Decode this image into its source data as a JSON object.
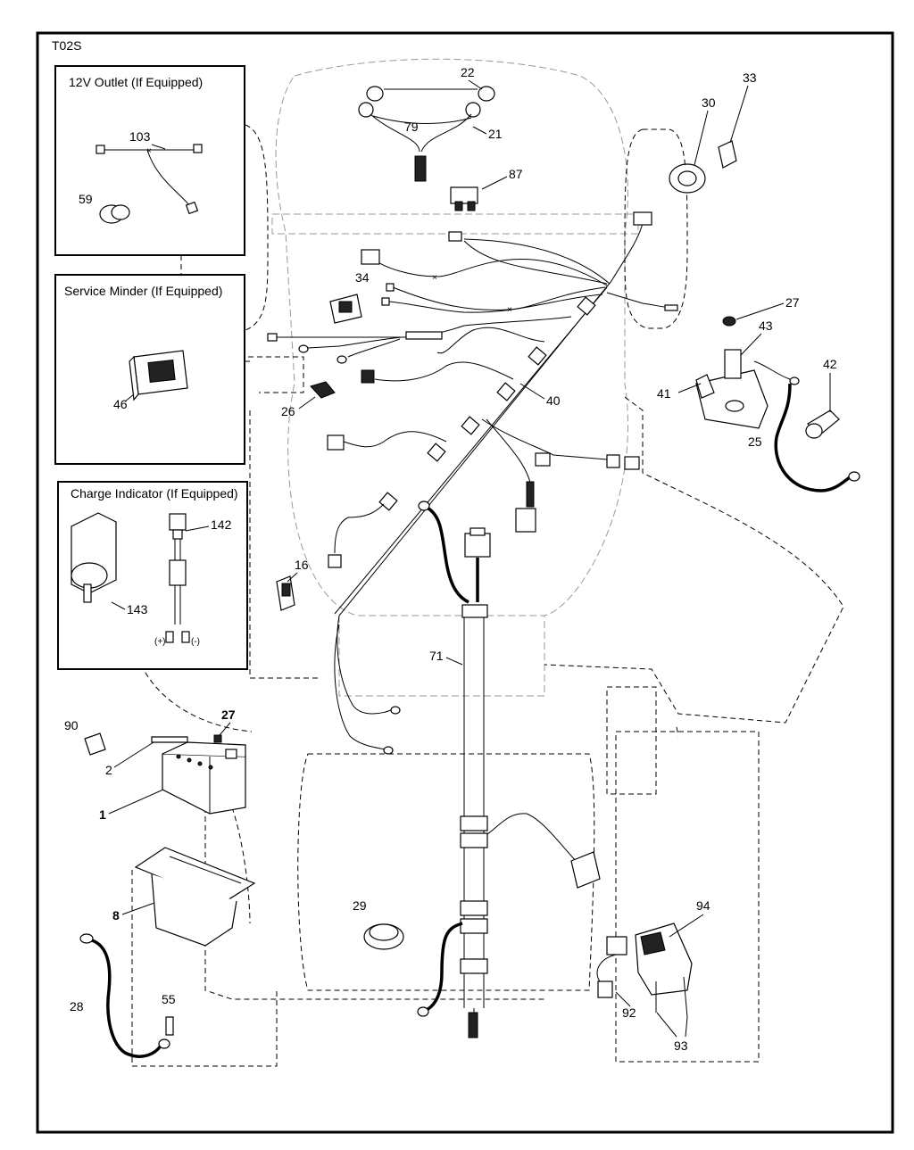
{
  "diagram_code": "T02S",
  "insets": {
    "outlet": {
      "title": "12V Outlet (If Equipped)"
    },
    "service_minder": {
      "title": "Service Minder (If Equipped)"
    },
    "charge_indicator": {
      "title": "Charge Indicator (If Equipped)",
      "plus": "(+)",
      "minus": "(-)"
    }
  },
  "callouts": {
    "c22": "22",
    "c79": "79",
    "c21": "21",
    "c87": "87",
    "c33": "33",
    "c30": "30",
    "c103": "103",
    "c59": "59",
    "c34": "34",
    "c27a": "27",
    "c43": "43",
    "c42": "42",
    "c41": "41",
    "c25": "25",
    "c46": "46",
    "c26": "26",
    "c40": "40",
    "c142": "142",
    "c16": "16",
    "c143": "143",
    "c71": "71",
    "c90": "90",
    "c27b": "27",
    "c2": "2",
    "c1": "1",
    "c8": "8",
    "c29": "29",
    "c94": "94",
    "c28": "28",
    "c55": "55",
    "c92": "92",
    "c93": "93"
  }
}
